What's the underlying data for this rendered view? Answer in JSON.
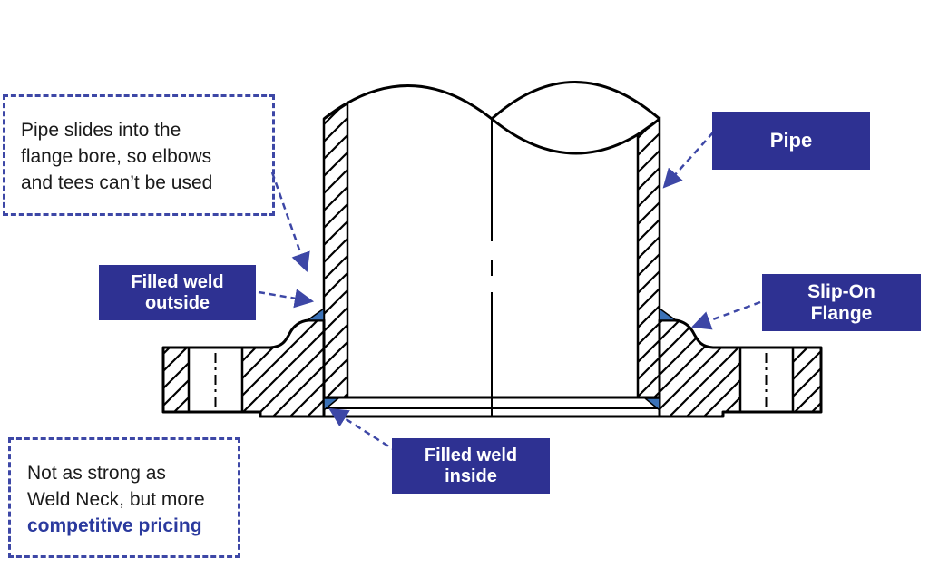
{
  "notes": {
    "bore": {
      "lines": [
        "Pipe slides into the",
        "flange bore, so elbows",
        "and tees can’t be used"
      ]
    },
    "strength": {
      "lines": [
        "Not as strong as",
        "Weld Neck, but more"
      ],
      "highlight": "competitive pricing"
    }
  },
  "labels": {
    "pipe": "Pipe",
    "slip_on_flange": {
      "line1": "Slip-On",
      "line2": "Flange"
    },
    "filled_weld_outside": {
      "line1": "Filled weld",
      "line2": "outside"
    },
    "filled_weld_inside": {
      "line1": "Filled weld",
      "line2": "inside"
    }
  },
  "colors": {
    "label_box_bg": "#2e3192",
    "label_text": "#ffffff",
    "annotation_blue": "#3d47a6",
    "note_text": "#1a1a1a",
    "highlight_text": "#2b3a9e",
    "weld_fill": "#3b72b8",
    "drawing_line": "#000000"
  }
}
